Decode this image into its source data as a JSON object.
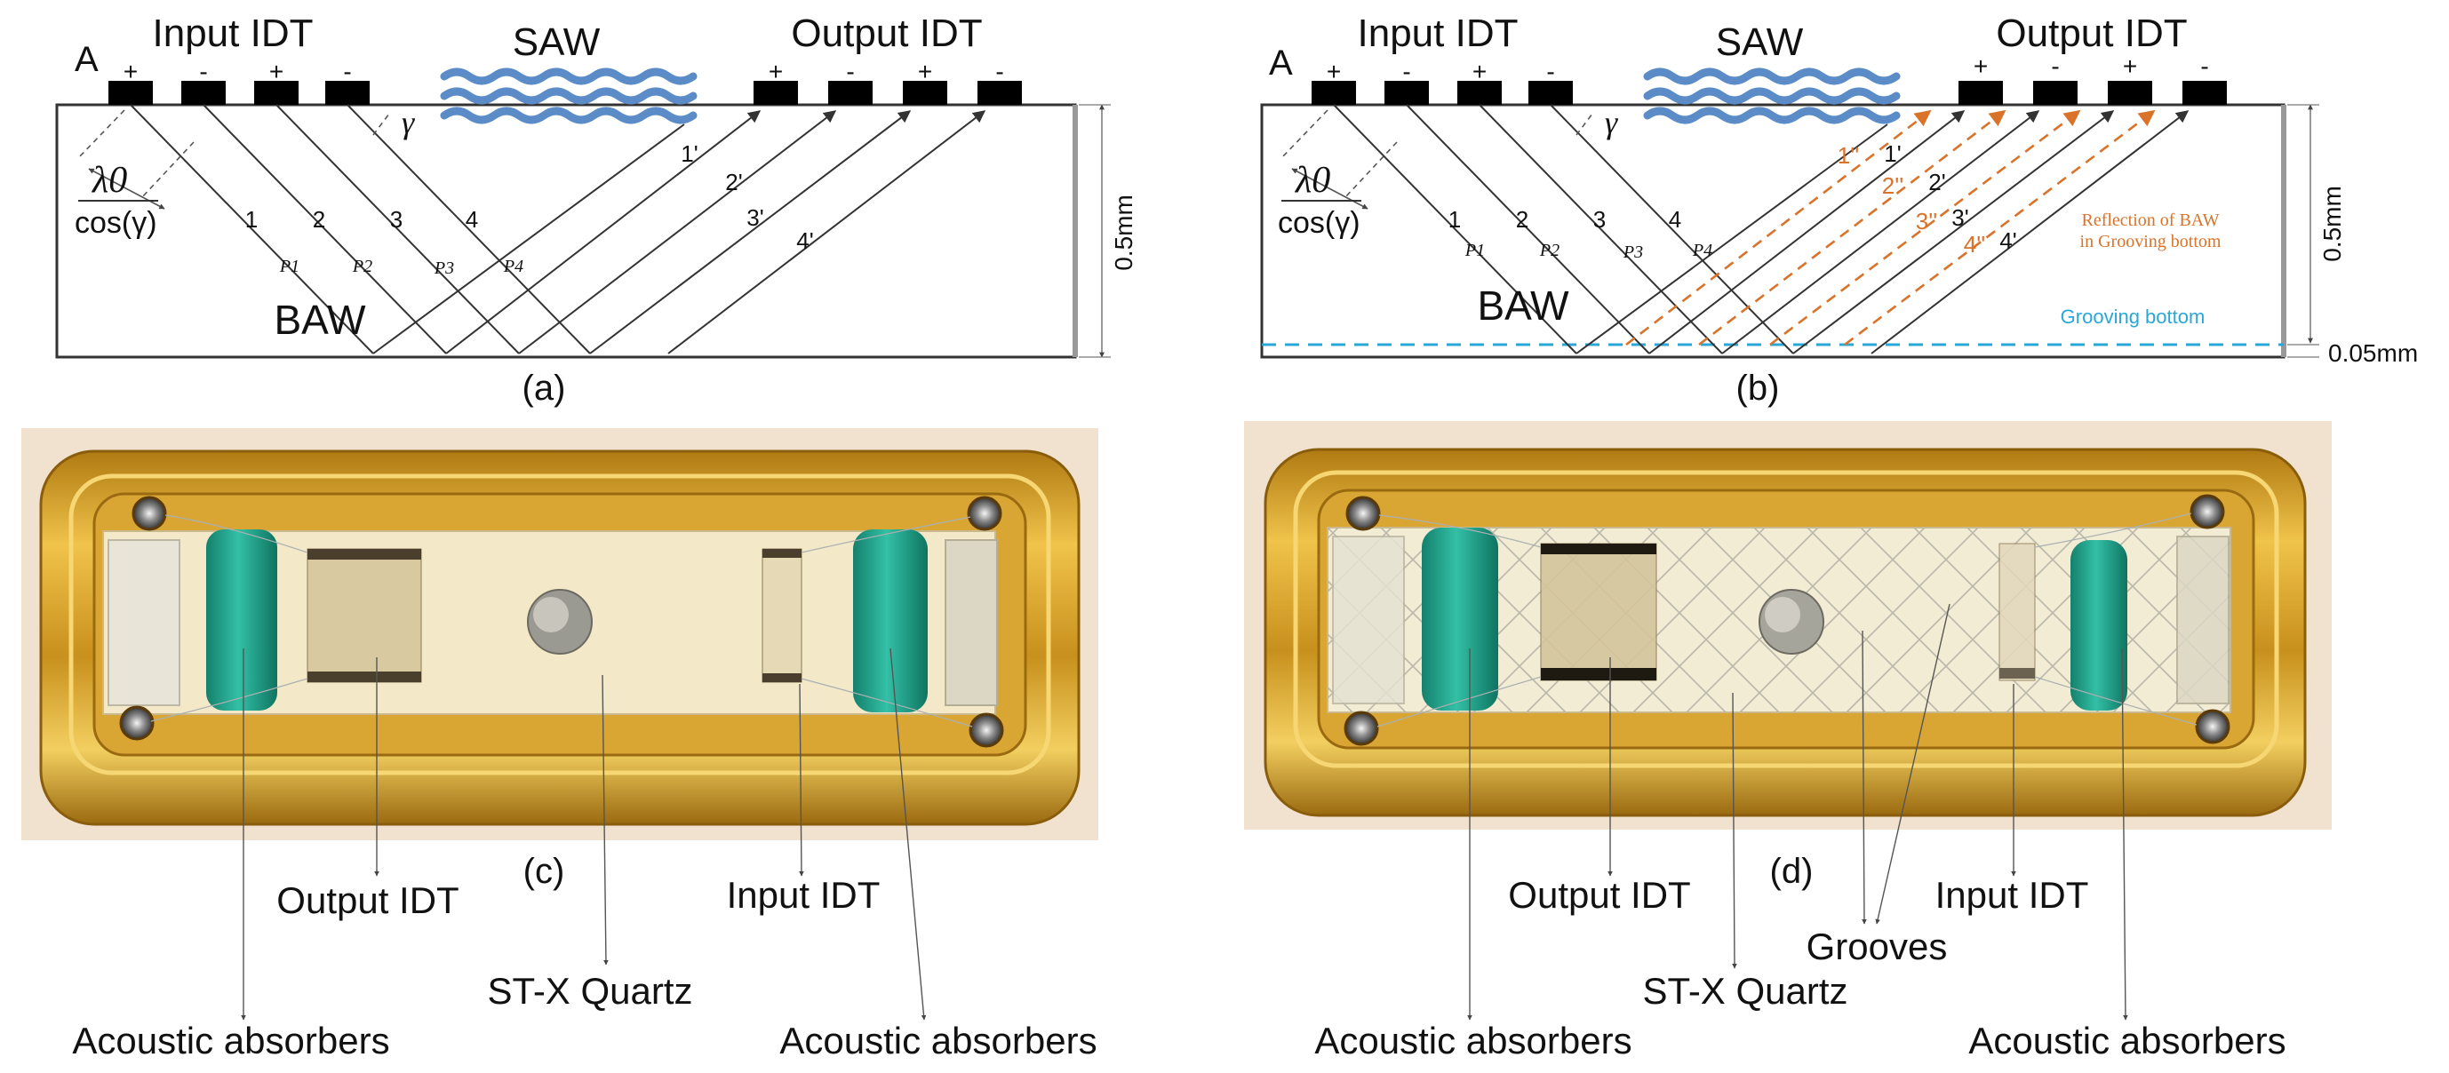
{
  "panel_a": {
    "point_label": "A",
    "input_idt": "Input IDT",
    "output_idt": "Output IDT",
    "saw": "SAW",
    "baw": "BAW",
    "gamma": "γ",
    "lambda": "λ0",
    "cos_gamma": "cos(γ)",
    "thickness": "0.5mm",
    "caption": "(a)",
    "polarity": [
      "+",
      "-",
      "+",
      "-"
    ],
    "ray_in": [
      "1",
      "2",
      "3",
      "4"
    ],
    "ray_out": [
      "1'",
      "2'",
      "3'",
      "4'"
    ],
    "path_labels": [
      "P1",
      "P2",
      "P3",
      "P4"
    ]
  },
  "panel_b": {
    "point_label": "A",
    "input_idt": "Input IDT",
    "output_idt": "Output IDT",
    "saw": "SAW",
    "baw": "BAW",
    "gamma": "γ",
    "lambda": "λ0",
    "cos_gamma": "cos(γ)",
    "thickness": "0.5mm",
    "groove_depth": "0.05mm",
    "caption": "(b)",
    "polarity": [
      "+",
      "-",
      "+",
      "-"
    ],
    "ray_in": [
      "1",
      "2",
      "3",
      "4"
    ],
    "ray_out": [
      "1'",
      "2'",
      "3'",
      "4'"
    ],
    "ray_reflect": [
      "1''",
      "2''",
      "3''",
      "4''"
    ],
    "path_labels": [
      "P1",
      "P2",
      "P3",
      "P4"
    ],
    "reflection_line1": "Reflection of BAW",
    "reflection_line2": "in Grooving bottom",
    "grooving_bottom": "Grooving bottom"
  },
  "panel_c": {
    "caption": "(c)",
    "output_idt": "Output IDT",
    "input_idt": "Input IDT",
    "quartz": "ST-X Quartz",
    "absorbers_left": "Acoustic absorbers",
    "absorbers_right": "Acoustic  absorbers"
  },
  "panel_d": {
    "caption": "(d)",
    "output_idt": "Output IDT",
    "input_idt": "Input IDT",
    "quartz": "ST-X Quartz",
    "grooves": "Grooves",
    "absorbers_left": "Acoustic absorbers",
    "absorbers_right": "Acoustic absorbers"
  },
  "colors": {
    "line": "#333333",
    "electrode": "#000000",
    "wave": "#5b8cc8",
    "reflection": "#d9732a",
    "groove": "#29a8d8",
    "gold": "#d8a02a",
    "absorber": "#1fa28c"
  }
}
